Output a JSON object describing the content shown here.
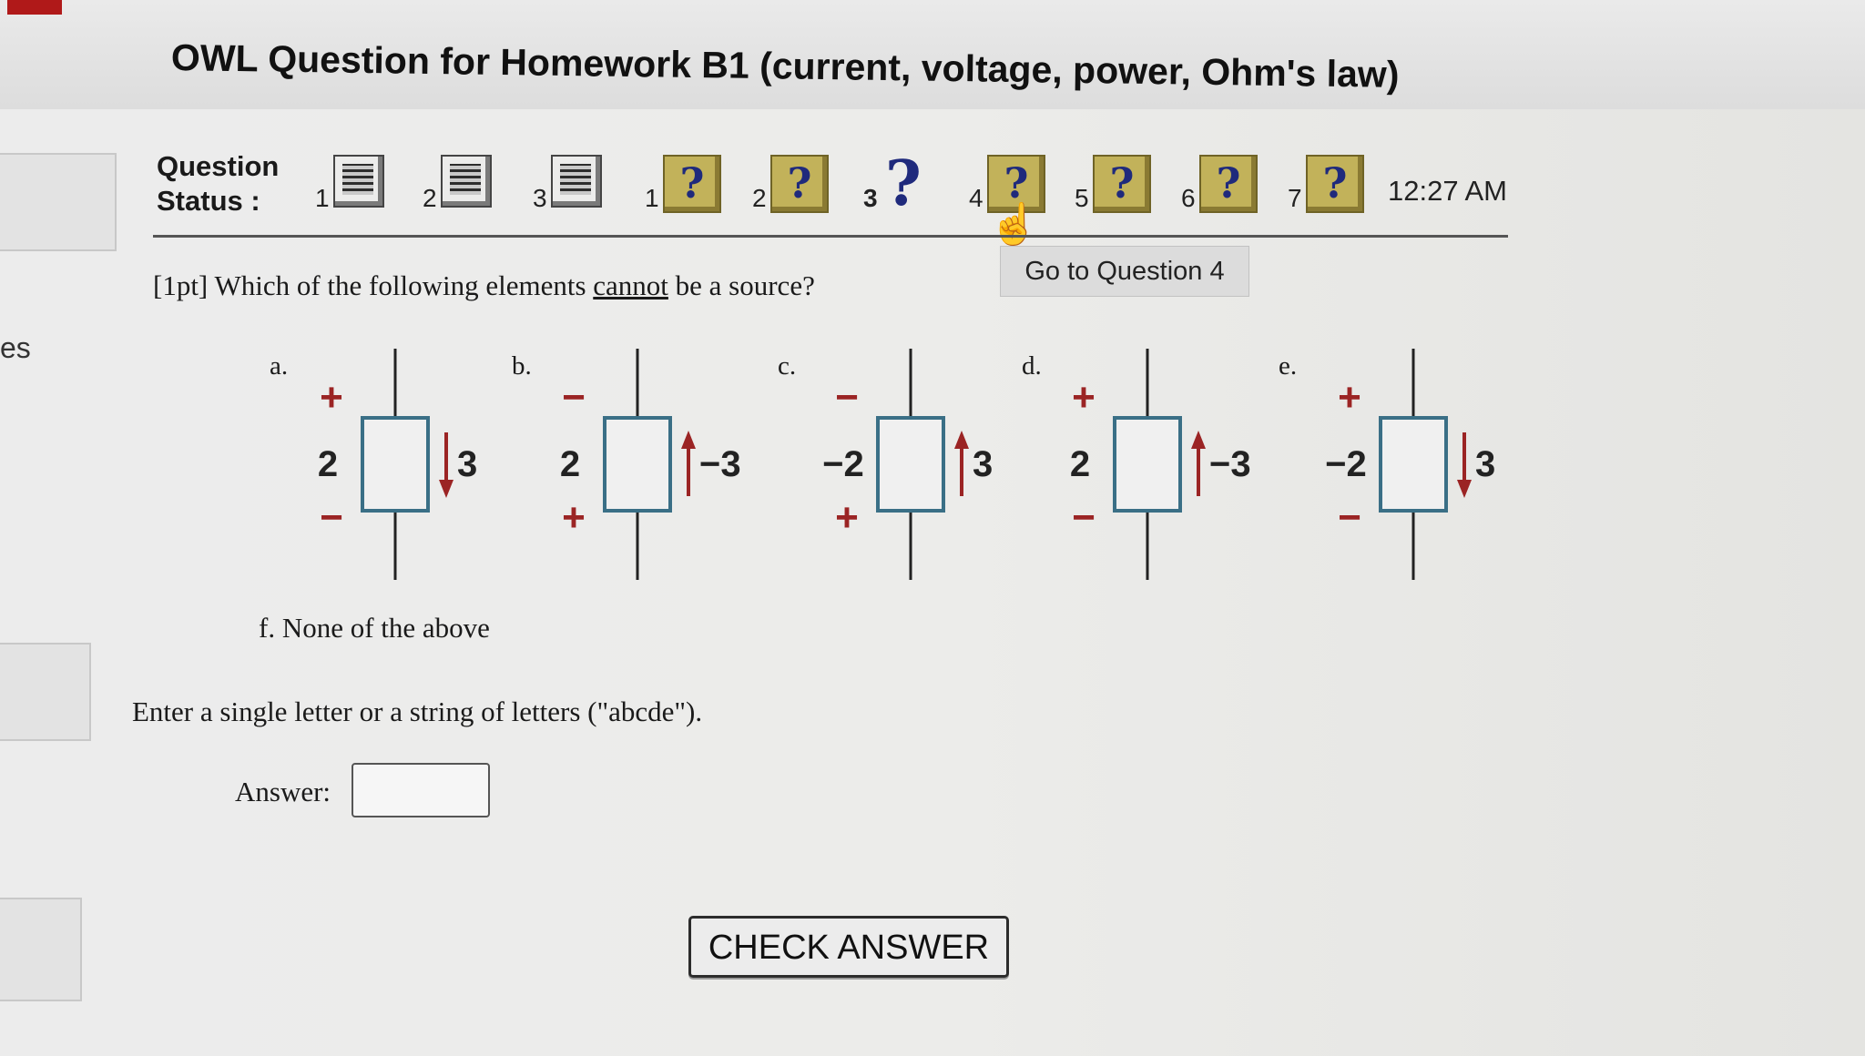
{
  "title": "OWL Question for Homework B1 (current, voltage, power, Ohm's law)",
  "side_text": "es",
  "status": {
    "label_line1": "Question",
    "label_line2": "Status :",
    "items": [
      {
        "num": "1",
        "kind": "done"
      },
      {
        "num": "2",
        "kind": "done"
      },
      {
        "num": "3",
        "kind": "done"
      },
      {
        "num": "1",
        "kind": "open"
      },
      {
        "num": "2",
        "kind": "open"
      },
      {
        "num": "3",
        "kind": "current"
      },
      {
        "num": "4",
        "kind": "open"
      },
      {
        "num": "5",
        "kind": "open"
      },
      {
        "num": "6",
        "kind": "open"
      },
      {
        "num": "7",
        "kind": "open"
      }
    ],
    "time": "12:27 AM",
    "tooltip": "Go to Question 4"
  },
  "question": {
    "prefix": "[1pt] Which of the following elements ",
    "emphasis": "cannot",
    "suffix": " be a source?",
    "choices": [
      {
        "letter": "a.",
        "top_sign": "+",
        "voltage": "2",
        "bottom_sign": "−",
        "current_dir": "down",
        "current": "3"
      },
      {
        "letter": "b.",
        "top_sign": "−",
        "voltage": "2",
        "bottom_sign": "+",
        "current_dir": "up",
        "current": "−3"
      },
      {
        "letter": "c.",
        "top_sign": "−",
        "voltage": "−2",
        "bottom_sign": "+",
        "current_dir": "up",
        "current": "3"
      },
      {
        "letter": "d.",
        "top_sign": "+",
        "voltage": "2",
        "bottom_sign": "−",
        "current_dir": "up",
        "current": "−3"
      },
      {
        "letter": "e.",
        "top_sign": "+",
        "voltage": "−2",
        "bottom_sign": "−",
        "current_dir": "down",
        "current": "3"
      }
    ],
    "option_f": "f.  None of the above"
  },
  "instructions": "Enter a single letter or a string of letters (\"abcde\").",
  "answer_label": "Answer:",
  "answer_value": "",
  "check_button": "CHECK ANSWER",
  "colors": {
    "sign_red": "#9b2424",
    "icon_gold": "#c2b25a",
    "icon_blue": "#1f2a7c",
    "element_blue": "#3a6f86"
  }
}
